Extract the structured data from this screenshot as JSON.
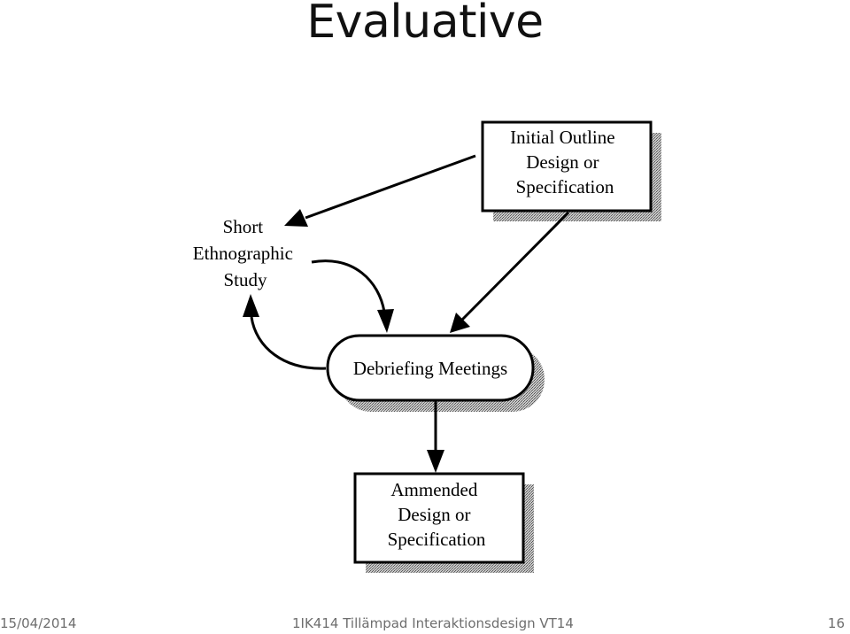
{
  "slide": {
    "title": "Evaluative"
  },
  "diagram": {
    "nodes": {
      "initial": [
        "Initial Outline",
        "Design or",
        "Specification"
      ],
      "ethno": [
        "Short",
        "Ethnographic",
        "Study"
      ],
      "debrief": [
        "Debriefing Meetings"
      ],
      "amended": [
        "Ammended",
        "Design or",
        "Specification"
      ]
    }
  },
  "footer": {
    "date": "15/04/2014",
    "course": "1IK414 Tillämpad Interaktionsdesign VT14",
    "page": "16"
  }
}
